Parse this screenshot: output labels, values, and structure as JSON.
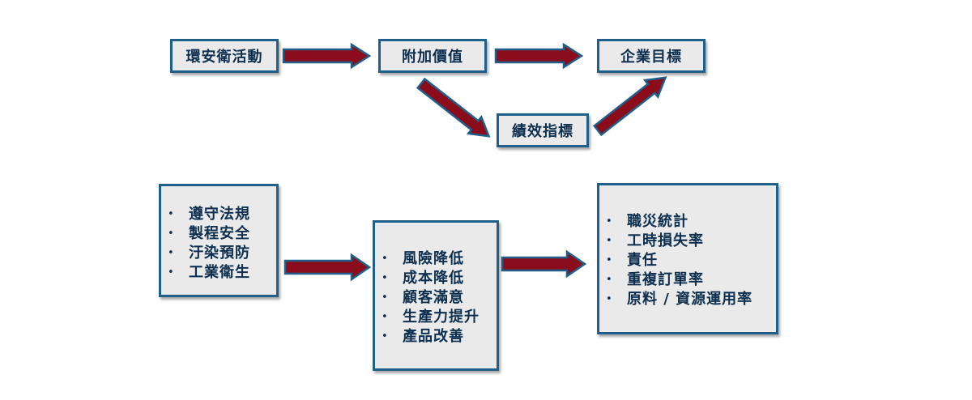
{
  "flow": {
    "box1": "環安衛活動",
    "box2": "附加價值",
    "box3": "企業目標",
    "box4": "績效指標"
  },
  "lists": {
    "activities": [
      "遵守法規",
      "製程安全",
      "汙染預防",
      "工業衛生"
    ],
    "values": [
      "風險降低",
      "成本降低",
      "顧客滿意",
      "生產力提升",
      "產品改善"
    ],
    "indicators": [
      "職災統計",
      "工時損失率",
      "責任",
      "重複訂單率",
      "原料 / 資源運用率"
    ]
  },
  "colors": {
    "arrow_fill": "#8b0d1c",
    "arrow_outline": "#1f5f8c",
    "box_fill": "#eaeaea",
    "box_border": "#1f5f8c",
    "text": "#0d2f4f"
  }
}
